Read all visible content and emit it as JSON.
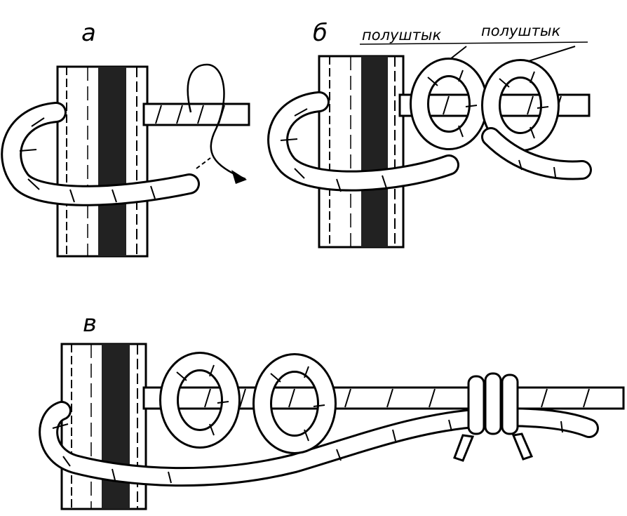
{
  "panels": {
    "a": {
      "label": "а"
    },
    "b": {
      "label": "б",
      "callouts": [
        "полуштык",
        "полуштык"
      ]
    },
    "c": {
      "label": "в"
    }
  },
  "colors": {
    "ink": "#000000",
    "paper": "#ffffff"
  }
}
